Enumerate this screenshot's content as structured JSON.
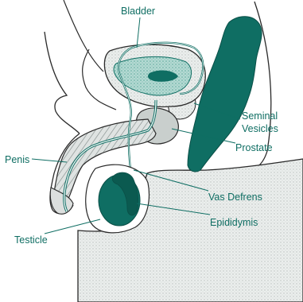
{
  "colors": {
    "teal": "#0f6e63",
    "light_teal": "#a9d3cb",
    "stipple_fill": "#e3e6e5",
    "outline": "#2a2a2a"
  },
  "labels": {
    "bladder": "Bladder",
    "seminal_vesicles_line1": "Seminal",
    "seminal_vesicles_line2": "Vesicles",
    "prostate": "Prostate",
    "penis": "Penis",
    "vas_deferens": "Vas Defrens",
    "epididymis": "Epididymis",
    "testicle": "Testicle"
  }
}
